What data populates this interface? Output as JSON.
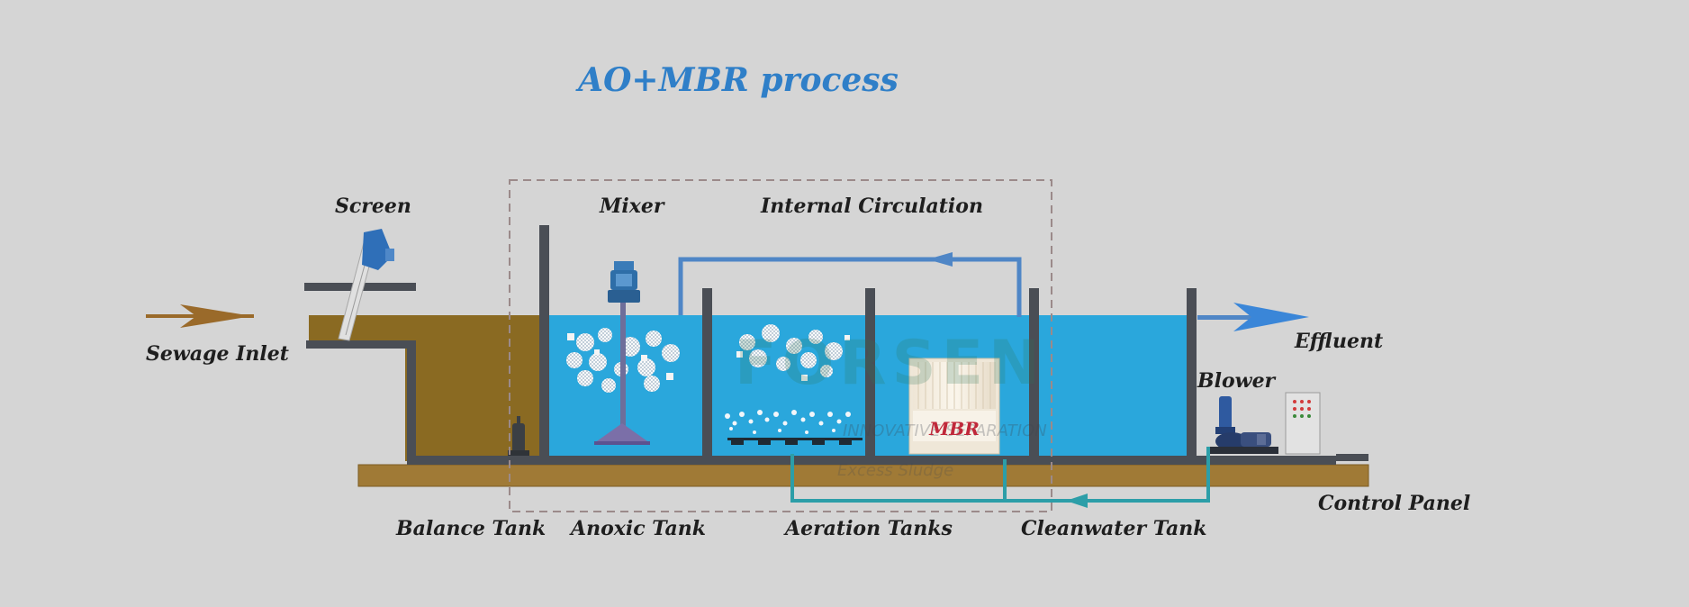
{
  "title": "AO+MBR process",
  "labels": {
    "screen": "Screen",
    "mixer": "Mixer",
    "internal_circulation": "Internal Circulation",
    "sewage_inlet": "Sewage Inlet",
    "effluent": "Effluent",
    "blower": "Blower",
    "control_panel": "Control Panel",
    "balance_tank": "Balance Tank",
    "anoxic_tank": "Anoxic Tank",
    "aeration_tanks": "Aeration Tanks",
    "cleanwater_tank": "Cleanwater Tank",
    "mbr": "MBR"
  },
  "watermark": {
    "brand": "FORSEN",
    "tagline": "INNOVATIVE SEPARATION",
    "sludge": "Excess Sludge"
  },
  "colors": {
    "background": "#d5d5d5",
    "title": "#2f7fc8",
    "water": "#2aa7dc",
    "sewage": "#8a6a22",
    "ground": "#a07a36",
    "wall": "#4a4e55",
    "circulation_pipe": "#4f86c6",
    "air_pipe": "#2c9ea8",
    "inlet_arrow": "#9a6a2a",
    "mbr_text": "#c0283a"
  }
}
